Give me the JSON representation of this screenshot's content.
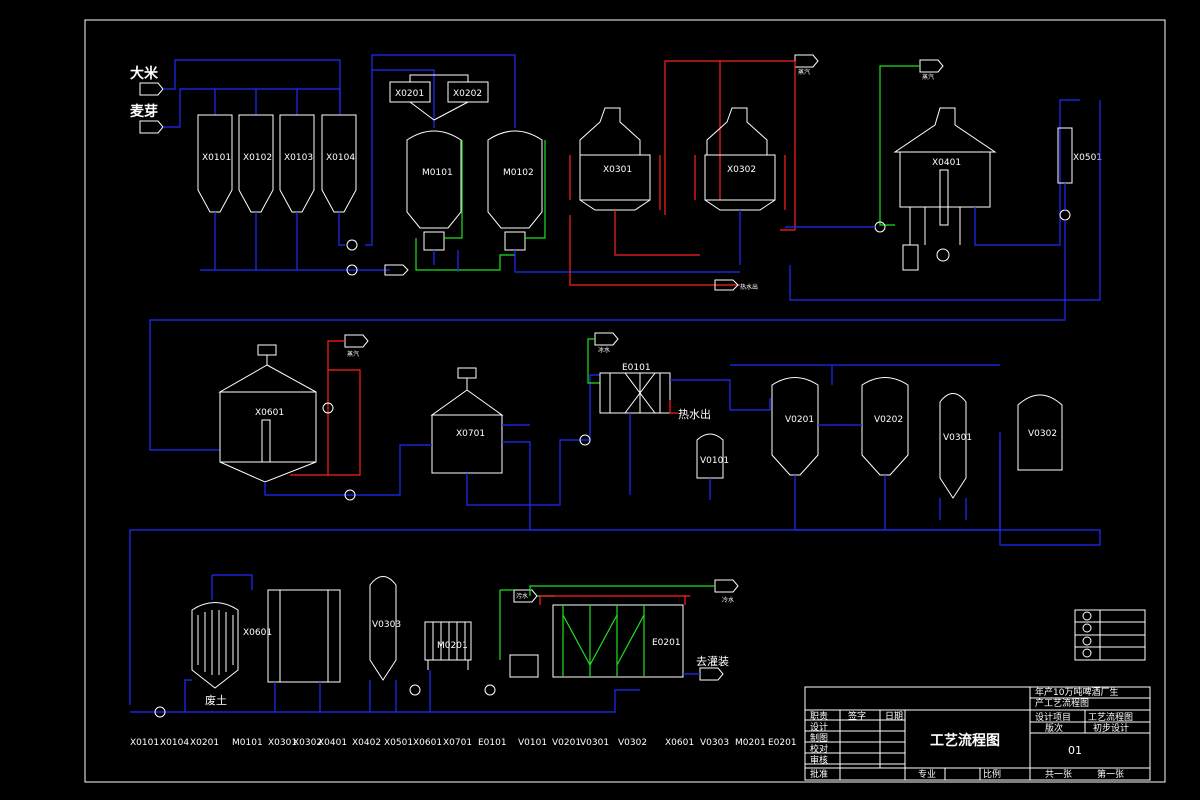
{
  "inputs": {
    "rice": "大米",
    "malt": "麦芽",
    "steam1": "蒸汽",
    "steam2": "蒸汽",
    "steam_wort": "蒸汽",
    "hot_water_out1": "热水出",
    "hot_water_out2": "热水出",
    "cold_water": "冷水",
    "to_filling": "去灌装",
    "pipe_label_small": "污水",
    "feed_small": "冰水",
    "waste_soil": "废土"
  },
  "units": {
    "X0101": "X0101",
    "X0102": "X0102",
    "X0103": "X0103",
    "X0104": "X0104",
    "X0201": "X0201",
    "X0202": "X0202",
    "M0101": "M0101",
    "M0102": "M0102",
    "X0301": "X0301",
    "X0302": "X0302",
    "X0401": "X0401",
    "X0501": "X0501",
    "X0601": "X0601",
    "X0701": "X0701",
    "E0101": "E0101",
    "V0101": "V0101",
    "V0201": "V0201",
    "V0202": "V0202",
    "V0301": "V0301",
    "V0302": "V0302",
    "X0601b": "X0601",
    "V0303": "V0303",
    "M0201": "M0201",
    "E0201": "E0201"
  },
  "legend_codes": [
    "X0101",
    "X0104",
    "X0201",
    "M0101",
    "X0301",
    "X0302",
    "X0401",
    "X0402",
    "X0501",
    "X0601",
    "X0701",
    "E0101",
    "V0101",
    "V0201",
    "V0301",
    "V0302",
    "X0601",
    "V0303",
    "M0201",
    "E0201"
  ],
  "title_block": {
    "project_line1": "年产10万吨啤酒厂生",
    "project_line2": "产工艺流程图",
    "drawing_title": "工艺流程图",
    "design_item_label": "设计项目",
    "design_item_value": "工艺流程图",
    "version_label": "版次",
    "version_value": "初步设计",
    "drawing_no": "01",
    "row_headers": [
      "职责",
      "设计",
      "制图",
      "校对",
      "审核",
      "批准"
    ],
    "col_sign": "签字",
    "col_date": "日期",
    "major_label": "专业",
    "scale_label": "比例",
    "sheets_total": "共一张",
    "sheet_no": "第一张"
  },
  "colors": {
    "process": "#1e2cff",
    "steam": "#ff2020",
    "water": "#20e020",
    "equipment": "#ffffff",
    "background": "#000000"
  }
}
